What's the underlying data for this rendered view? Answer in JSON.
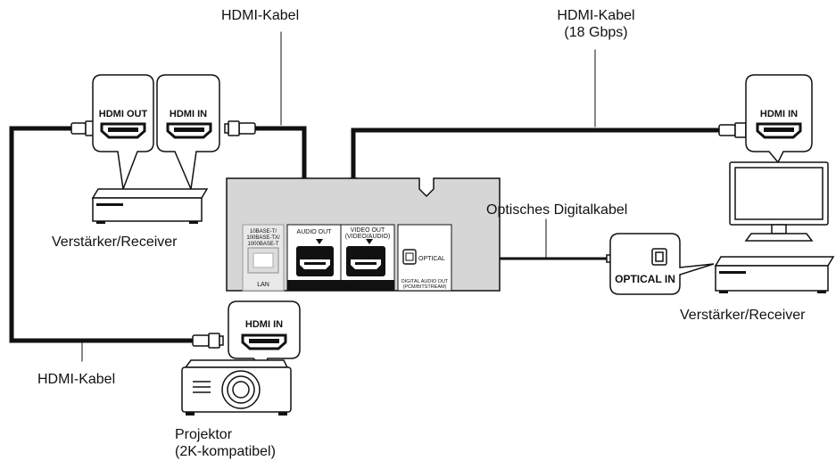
{
  "labels": {
    "hdmi_cable_top_left": "HDMI-Kabel",
    "hdmi_cable_top_right_line1": "HDMI-Kabel",
    "hdmi_cable_top_right_line2": "(18 Gbps)",
    "optical_cable": "Optisches Digitalkabel",
    "receiver_left": "Verstärker/Receiver",
    "receiver_right": "Verstärker/Receiver",
    "hdmi_cable_bottom_left": "HDMI-Kabel",
    "projector_line1": "Projektor",
    "projector_line2": "(2K-kompatibel)"
  },
  "ports": {
    "hdmi_out": "HDMI OUT",
    "hdmi_in_receiver": "HDMI IN",
    "hdmi_in_tv": "HDMI IN",
    "hdmi_in_projector": "HDMI IN",
    "optical_in": "OPTICAL IN"
  },
  "player_panel": {
    "lan_spec_1": "10BASE-T/",
    "lan_spec_2": "100BASE-TX/",
    "lan_spec_3": "1000BASE-T",
    "lan": "LAN",
    "audio_out": "AUDIO OUT",
    "video_out_1": "VIDEO OUT",
    "video_out_2": "(VIDEO/AUDIO)",
    "hdmi_logo": "HDMI",
    "optical": "OPTICAL",
    "digital_audio_out_1": "DIGITAL AUDIO OUT",
    "digital_audio_out_2": "(PCM/BITSTREAM)"
  }
}
